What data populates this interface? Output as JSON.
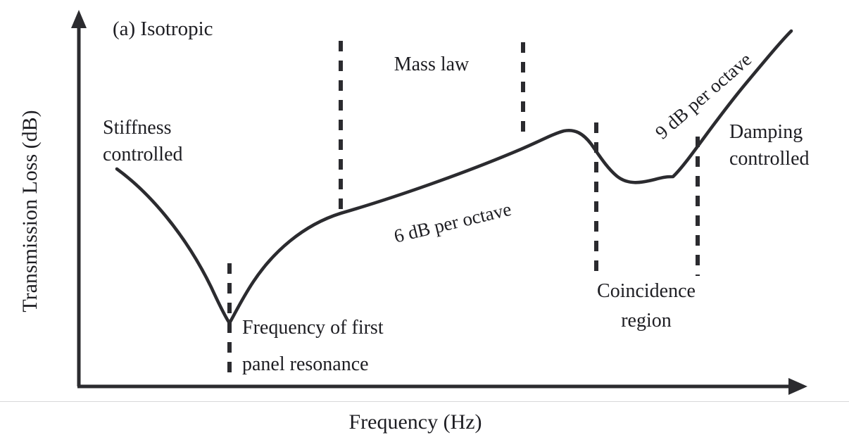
{
  "figure": {
    "panel_label": "(a) Isotropic",
    "axes": {
      "y_label": "Transmission Loss (dB)",
      "x_label": "Frequency (Hz)"
    },
    "annotations": {
      "stiffness_line1": "Stiffness",
      "stiffness_line2": "controlled",
      "mass_law": "Mass law",
      "slope_6db": "6 dB per octave",
      "slope_9db": "9 dB per octave",
      "resonance_line1": "Frequency of first",
      "resonance_line2": "panel resonance",
      "coincidence_line1": "Coincidence",
      "coincidence_line2": "region",
      "damping_line1": "Damping",
      "damping_line2": "controlled"
    },
    "colors": {
      "ink": "#2b2b2f",
      "text": "#1d1d22",
      "background": "#ffffff",
      "rule": "#d8d8da"
    }
  },
  "chart_data": {
    "type": "line",
    "title": "(a) Isotropic",
    "xlabel": "Frequency (Hz)",
    "ylabel": "Transmission Loss (dB)",
    "axis_style": "schematic, unlabeled logarithmic frequency axis with arrowheads",
    "grid": false,
    "legend": null,
    "xlim": [
      0,
      100
    ],
    "ylim": [
      0,
      100
    ],
    "series": [
      {
        "name": "Transmission loss",
        "description": "Schematic sound transmission loss curve for an isotropic panel: stiffness-controlled fall to the first panel resonance, mass-law rise at 6 dB per octave, coincidence dip, then damping-controlled rise at 9 dB per octave.",
        "points": [
          {
            "x": 5.1,
            "y": 58.2,
            "note": "start of stiffness-controlled region"
          },
          {
            "x": 11.0,
            "y": 48.0
          },
          {
            "x": 16.5,
            "y": 37.0
          },
          {
            "x": 20.6,
            "y": 16.8,
            "note": "first panel resonance minimum"
          },
          {
            "x": 24.0,
            "y": 32.0
          },
          {
            "x": 28.0,
            "y": 42.0
          },
          {
            "x": 36.0,
            "y": 48.5
          },
          {
            "x": 50.0,
            "y": 55.0
          },
          {
            "x": 62.0,
            "y": 62.0
          },
          {
            "x": 67.4,
            "y": 68.0,
            "note": "mass-law plateau / peak"
          },
          {
            "x": 71.5,
            "y": 65.5
          },
          {
            "x": 77.0,
            "y": 56.0
          },
          {
            "x": 81.5,
            "y": 52.2,
            "note": "coincidence dip minimum"
          },
          {
            "x": 88.0,
            "y": 62.0
          },
          {
            "x": 95.0,
            "y": 77.0
          },
          {
            "x": 99.5,
            "y": 87.5,
            "note": "damping-controlled region"
          }
        ]
      }
    ],
    "regions": [
      {
        "name": "Stiffness controlled",
        "x_start": 0.0,
        "x_end": 20.6
      },
      {
        "name": "First panel resonance",
        "x_marker": 20.6
      },
      {
        "name": "Mass law",
        "x_start": 36.0,
        "x_end": 61.5,
        "slope_label": "6 dB per octave"
      },
      {
        "name": "Coincidence region",
        "x_start": 71.7,
        "x_end": 85.5
      },
      {
        "name": "Damping controlled",
        "x_start": 85.5,
        "x_end": 100.0,
        "slope_label": "9 dB per octave"
      }
    ],
    "markers": [
      {
        "type": "vertical-dashed",
        "x": 20.6,
        "label": "Frequency of first panel resonance"
      },
      {
        "type": "vertical-dashed",
        "x": 36.0,
        "label": "Mass law start"
      },
      {
        "type": "vertical-dashed",
        "x": 61.5,
        "label": "Mass law end"
      },
      {
        "type": "vertical-dashed",
        "x": 71.7,
        "label": "Coincidence region start"
      },
      {
        "type": "vertical-dashed",
        "x": 85.5,
        "label": "Coincidence region end"
      }
    ]
  }
}
